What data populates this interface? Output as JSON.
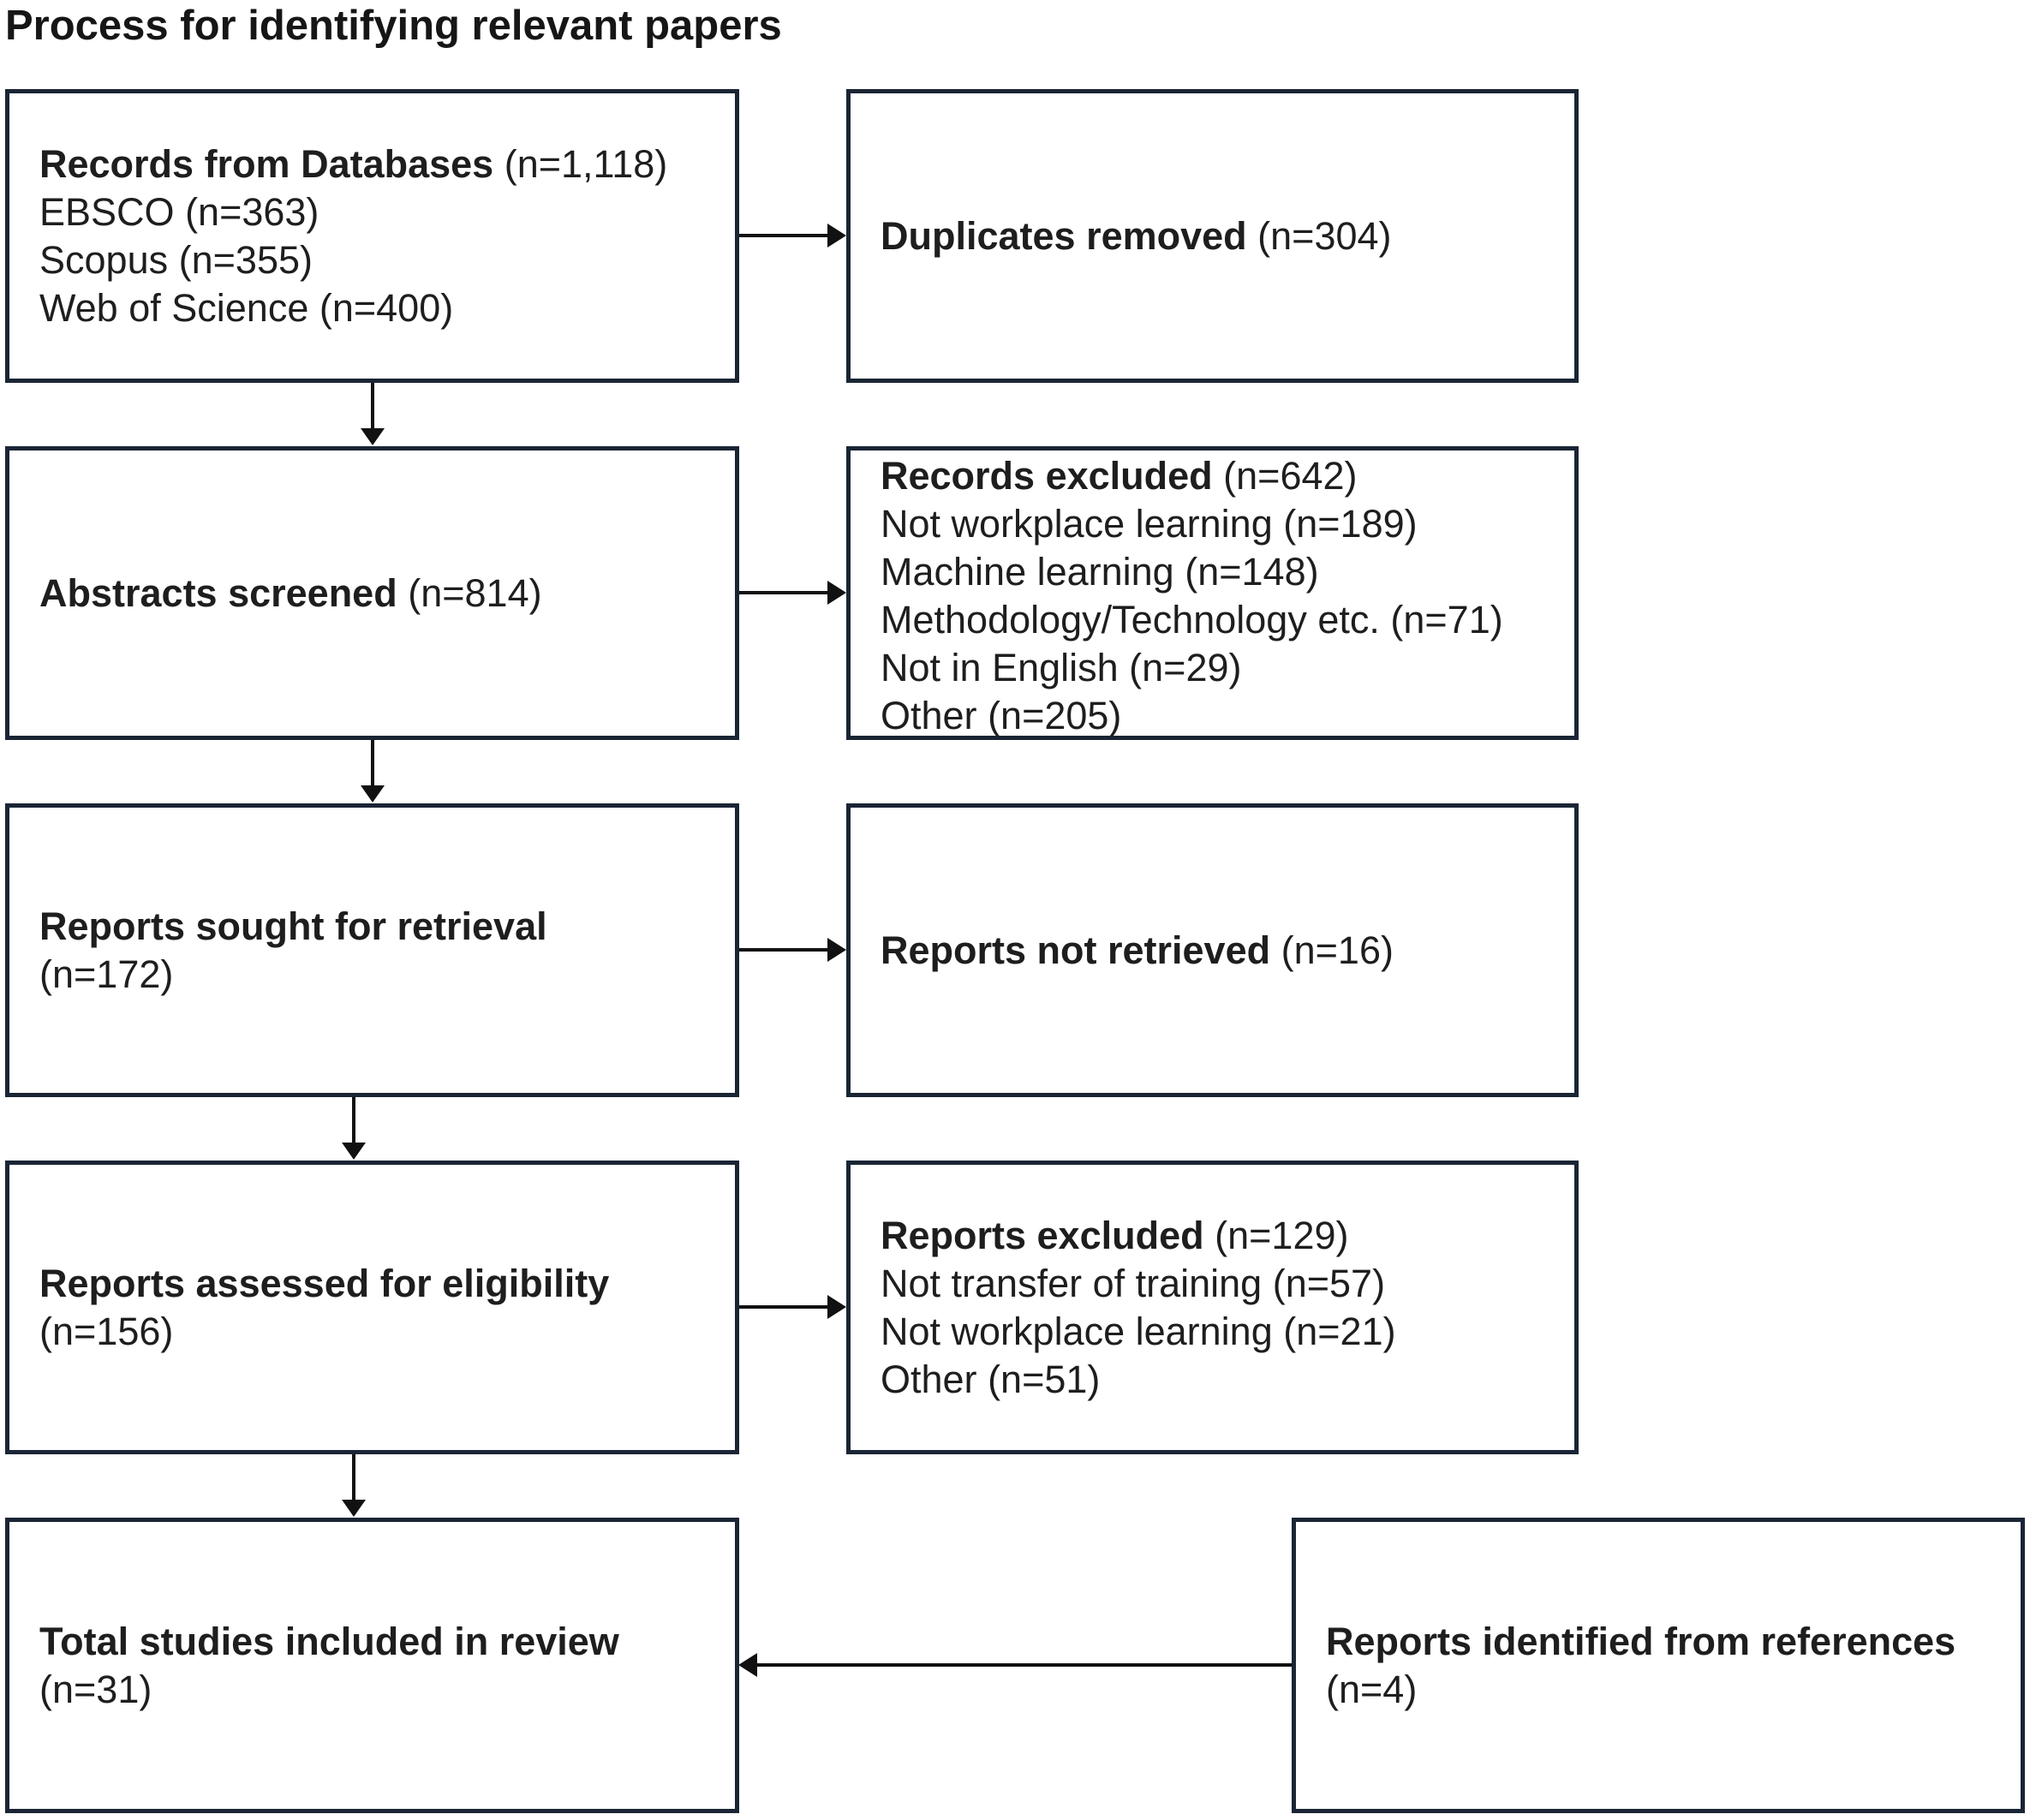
{
  "title": "Process for identifying relevant papers",
  "boxes": {
    "databases": {
      "heading": "Records from Databases",
      "count": "(n=1,118)",
      "items": [
        {
          "label": "EBSCO",
          "count": "(n=363)"
        },
        {
          "label": "Scopus",
          "count": "(n=355)"
        },
        {
          "label": "Web of Science",
          "count": "(n=400)"
        }
      ]
    },
    "duplicates": {
      "heading": "Duplicates removed",
      "count": "(n=304)"
    },
    "screened": {
      "heading": "Abstracts screened",
      "count": "(n=814)"
    },
    "records_excluded": {
      "heading": "Records excluded",
      "count": "(n=642)",
      "items": [
        {
          "label": "Not workplace learning",
          "count": "(n=189)"
        },
        {
          "label": "Machine learning",
          "count": "(n=148)"
        },
        {
          "label": "Methodology/Technology etc.",
          "count": "(n=71)"
        },
        {
          "label": "Not in English",
          "count": "(n=29)"
        },
        {
          "label": "Other",
          "count": "(n=205)"
        }
      ]
    },
    "sought": {
      "heading": "Reports sought for retrieval",
      "count": "(n=172)"
    },
    "not_retrieved": {
      "heading": "Reports not retrieved",
      "count": "(n=16)"
    },
    "assessed": {
      "heading": "Reports assessed for eligibility",
      "count": "(n=156)"
    },
    "reports_excluded": {
      "heading": "Reports excluded",
      "count": "(n=129)",
      "items": [
        {
          "label": "Not transfer of training",
          "count": "(n=57)"
        },
        {
          "label": "Not workplace learning",
          "count": "(n=21)"
        },
        {
          "label": "Other",
          "count": "(n=51)"
        }
      ]
    },
    "included": {
      "heading": "Total studies included in review",
      "count": "(n=31)"
    },
    "references": {
      "heading": "Reports identified from references",
      "count": "(n=4)"
    }
  },
  "colors": {
    "border": "#1a2535",
    "text": "#1e1e1e",
    "arrow": "#111111"
  }
}
